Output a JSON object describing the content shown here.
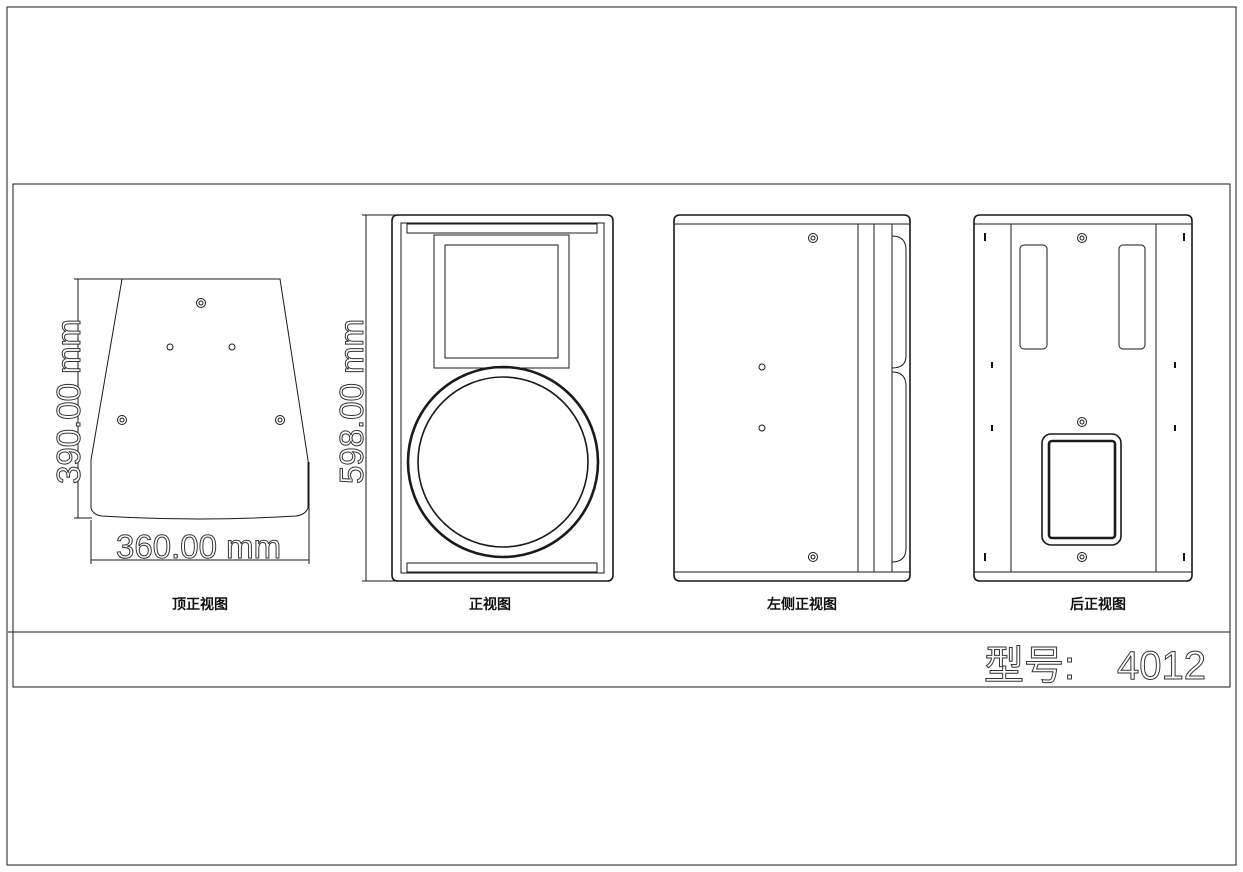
{
  "views": {
    "top": {
      "caption": "顶正视图",
      "dim_height": "390.00 mm",
      "dim_width": "360.00 mm"
    },
    "front": {
      "caption": "正视图",
      "dim_height": "598.00 mm"
    },
    "side": {
      "caption": "左侧正视图"
    },
    "rear": {
      "caption": "后正视图"
    }
  },
  "model": {
    "label": "型号:",
    "value": "4012"
  }
}
